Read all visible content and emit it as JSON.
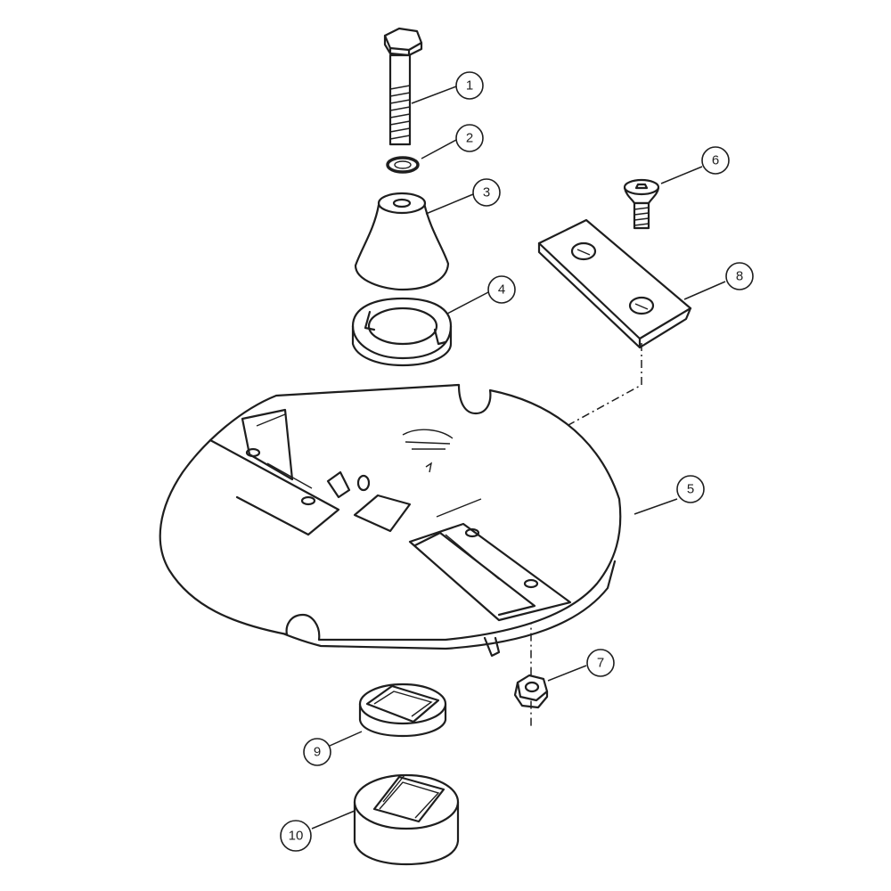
{
  "diagram": {
    "type": "exploded-parts-view",
    "callouts": [
      {
        "id": "1",
        "label": "1"
      },
      {
        "id": "2",
        "label": "2"
      },
      {
        "id": "3",
        "label": "3"
      },
      {
        "id": "4",
        "label": "4"
      },
      {
        "id": "5",
        "label": "5"
      },
      {
        "id": "6",
        "label": "6"
      },
      {
        "id": "7",
        "label": "7"
      },
      {
        "id": "8",
        "label": "8"
      },
      {
        "id": "9",
        "label": "9"
      },
      {
        "id": "10",
        "label": "10"
      }
    ]
  }
}
